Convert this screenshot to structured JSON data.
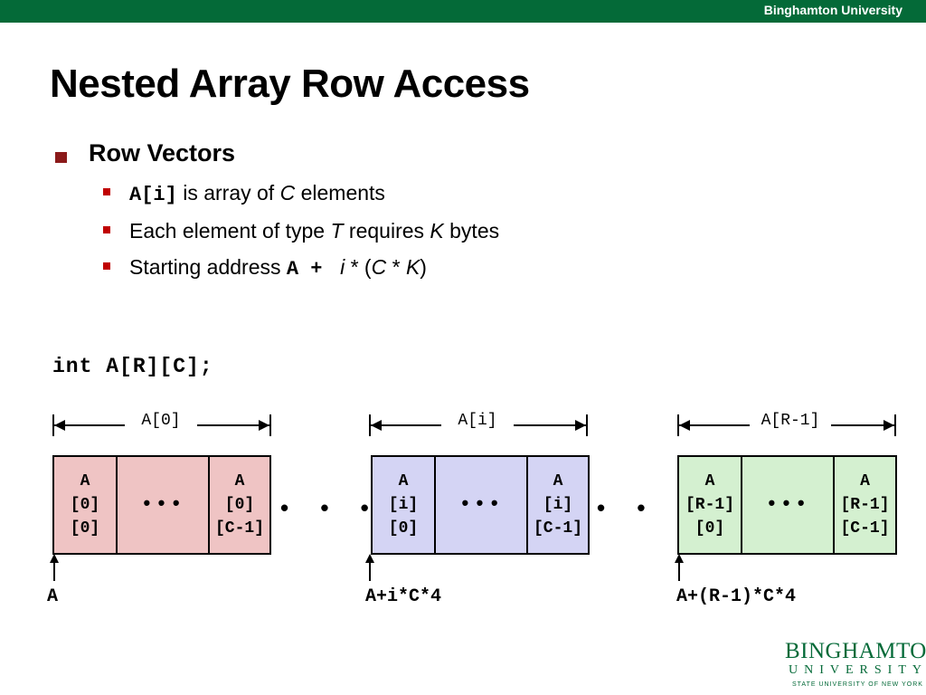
{
  "header": {
    "university": "Binghamton University"
  },
  "slide": {
    "title": "Nested Array Row Access",
    "bullet": "Row Vectors",
    "sub1": {
      "code": "A[i]",
      "pre": " is array of ",
      "var": "C",
      "post": " elements"
    },
    "sub2": {
      "pre": "Each element of type ",
      "var1": "T",
      "mid": " requires ",
      "var2": "K",
      "post": " bytes"
    },
    "sub3": {
      "pre": "Starting address ",
      "code": "A + ",
      "i": "i",
      "star1": " * (",
      "c": "C",
      "star2": " * ",
      "k": "K",
      "close": ")"
    },
    "declaration": "int A[R][C];"
  },
  "rows": [
    {
      "span": "A[0]",
      "first": [
        "A",
        "[0]",
        "[0]"
      ],
      "dots": "•••",
      "last": [
        "A",
        "[0]",
        "[C-1]"
      ],
      "addr": "A",
      "color": "#efc4c4"
    },
    {
      "span": "A[i]",
      "first": [
        "A",
        "[i]",
        "[0]"
      ],
      "dots": "•••",
      "last": [
        "A",
        "[i]",
        "[C-1]"
      ],
      "addr": "A+i*C*4",
      "color": "#d4d4f4"
    },
    {
      "span": "A[R-1]",
      "first": [
        "A",
        "[R-1]",
        "[0]"
      ],
      "dots": "•••",
      "last": [
        "A",
        "[R-1]",
        "[C-1]"
      ],
      "addr": "A+(R-1)*C*4",
      "color": "#d4f0d0"
    }
  ],
  "between_dots": "• • •",
  "logo": {
    "line1": "BINGHAMTON",
    "line2": "UNIVERSITY",
    "line3": "STATE UNIVERSITY OF NEW YORK"
  },
  "colors": {
    "brand_green": "#046a38",
    "bullet_red": "#c00000"
  }
}
